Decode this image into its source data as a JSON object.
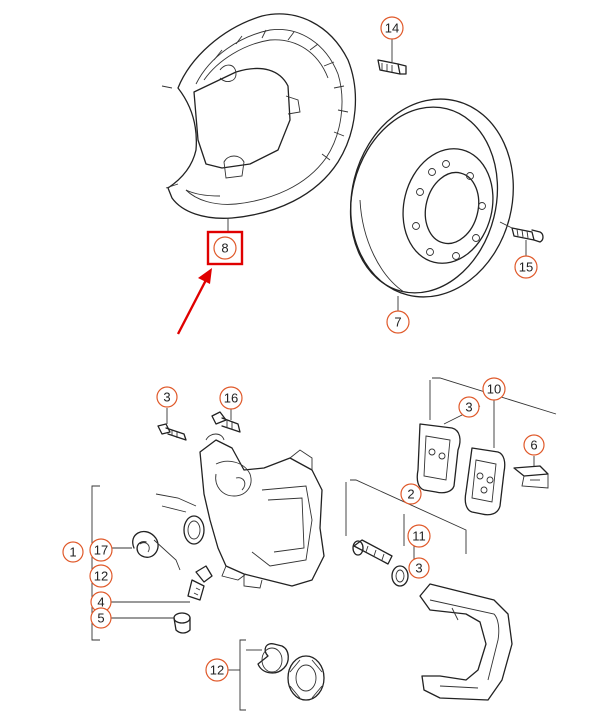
{
  "diagram": {
    "callouts": {
      "c14": "14",
      "c15": "15",
      "c7": "7",
      "c8": "8",
      "c3a": "3",
      "c16": "16",
      "c10": "10",
      "c3b": "3",
      "c6": "6",
      "c2": "2",
      "c11": "11",
      "c3c": "3",
      "c1": "1",
      "c17": "17",
      "c12a": "12",
      "c4": "4",
      "c5": "5",
      "c12b": "12"
    },
    "highlight": {
      "part": "8",
      "box_color": "#e00000",
      "arrow_color": "#e00000"
    },
    "callout_ring_color": "#e05a2b"
  }
}
